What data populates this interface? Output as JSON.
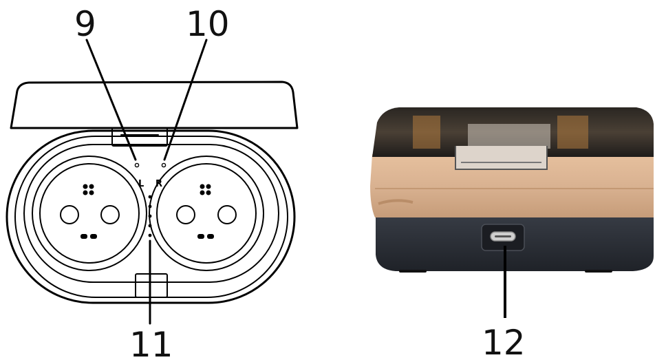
{
  "callouts": {
    "c9": "9",
    "c10": "10",
    "c11": "11",
    "c12": "12"
  },
  "side_labels": {
    "left": "L",
    "right": "R"
  },
  "colors": {
    "line": "#000000",
    "case_shell": "#d9b291",
    "case_bottom": "#2a2e35",
    "case_lid": "#3a3530",
    "port": "#c9c9c9"
  },
  "icons": {
    "indicator_leds": "led-dot-icon",
    "charging_port": "usb-c-port-icon"
  },
  "led_count": {
    "battery_indicators": 5
  }
}
